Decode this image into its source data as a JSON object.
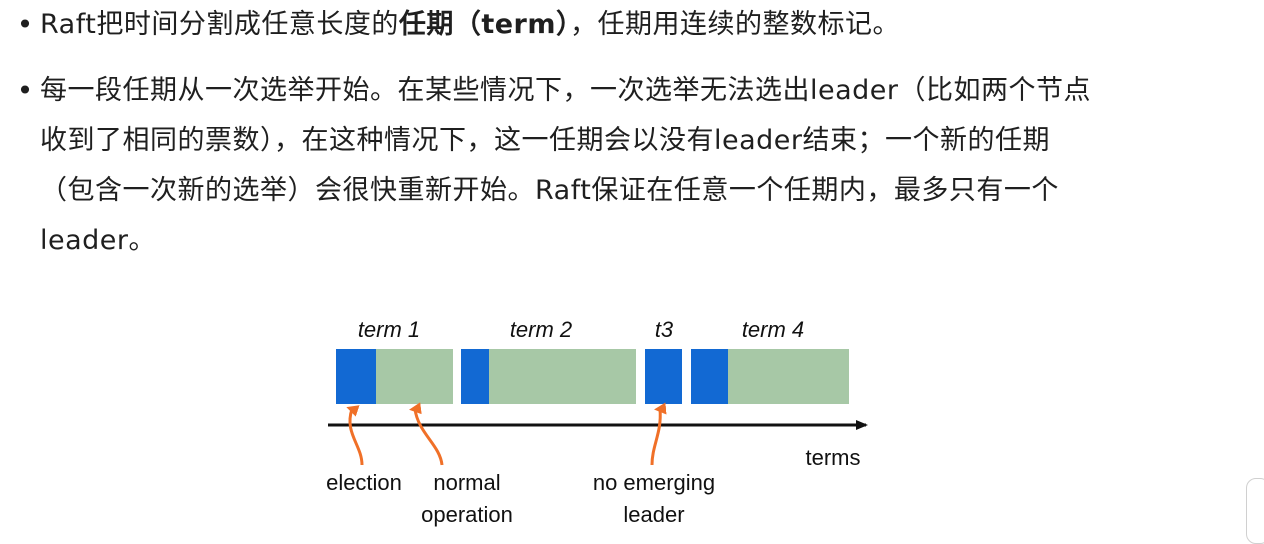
{
  "bullets": [
    {
      "marker": "•",
      "prefix": "Raft把时间分割成任意长度的",
      "bold": "任期（term）",
      "suffix": "，任期用连续的整数标记。"
    },
    {
      "marker": "•",
      "lines": [
        "每一段任期从一次选举开始。在某些情况下，一次选举无法选出leader（比如两个节点",
        "收到了相同的票数），在这种情况下，这一任期会以没有leader结束；一个新的任期",
        "（包含一次新的选举）会很快重新开始。Raft保证在任意一个任期内，最多只有一个",
        "leader。"
      ]
    }
  ],
  "diagram": {
    "term_labels": [
      "term 1",
      "term 2",
      "t3",
      "term 4"
    ],
    "axis_label": "terms",
    "annotations": {
      "election": "election",
      "normal_line1": "normal",
      "normal_line2": "operation",
      "no_emerging_line1": "no emerging",
      "no_emerging_line2": "leader"
    },
    "colors": {
      "election": "#1269d3",
      "normal": "#a7c8a6",
      "arrow": "#f07028",
      "axis": "#111111"
    }
  }
}
